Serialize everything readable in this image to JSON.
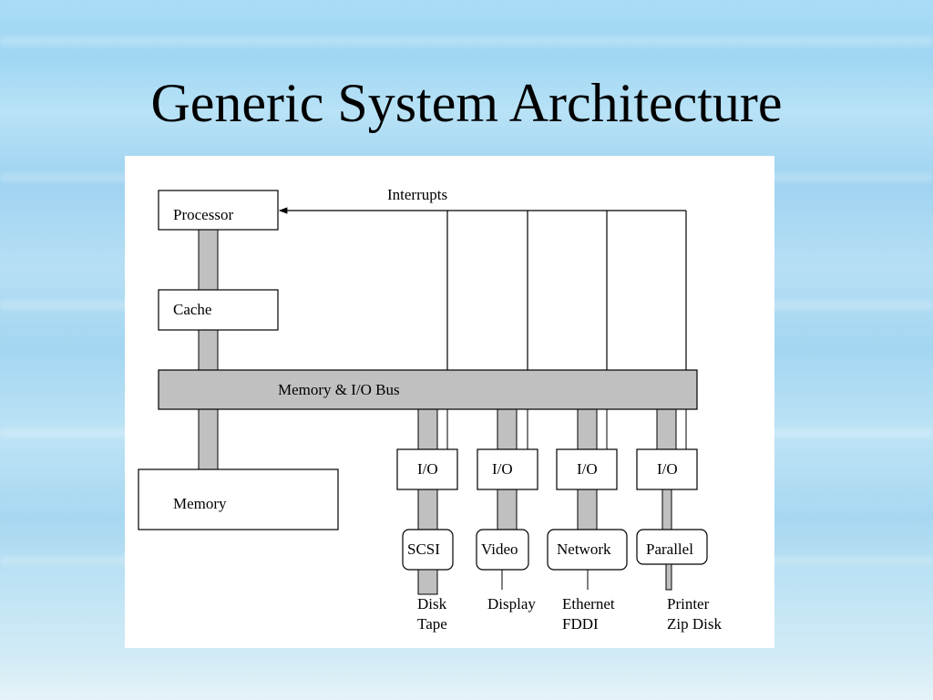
{
  "slide": {
    "title": "Generic System Architecture"
  },
  "diagram": {
    "interrupts_label": "Interrupts",
    "processor_label": "Processor",
    "cache_label": "Cache",
    "bus_label": "Memory & I/O Bus",
    "memory_label": "Memory",
    "io_controllers": [
      {
        "io_label": "I/O",
        "adapter_label": "Video"
      },
      {
        "io_label": "I/O",
        "adapter_label": "SCSI"
      },
      {
        "io_label": "I/O",
        "adapter_label": "Network"
      },
      {
        "io_label": "I/O",
        "adapter_label": "Parallel"
      }
    ],
    "devices": {
      "scsi_line1": "Disk",
      "scsi_line2": "Tape",
      "video_line1": "Display",
      "network_line1": "Ethernet",
      "network_line2": "FDDI",
      "parallel_line1": "Printer",
      "parallel_line2": "Zip Disk"
    },
    "colors": {
      "bus_fill": "#c0c0c0",
      "box_stroke": "#000000",
      "panel_bg": "#ffffff"
    }
  }
}
